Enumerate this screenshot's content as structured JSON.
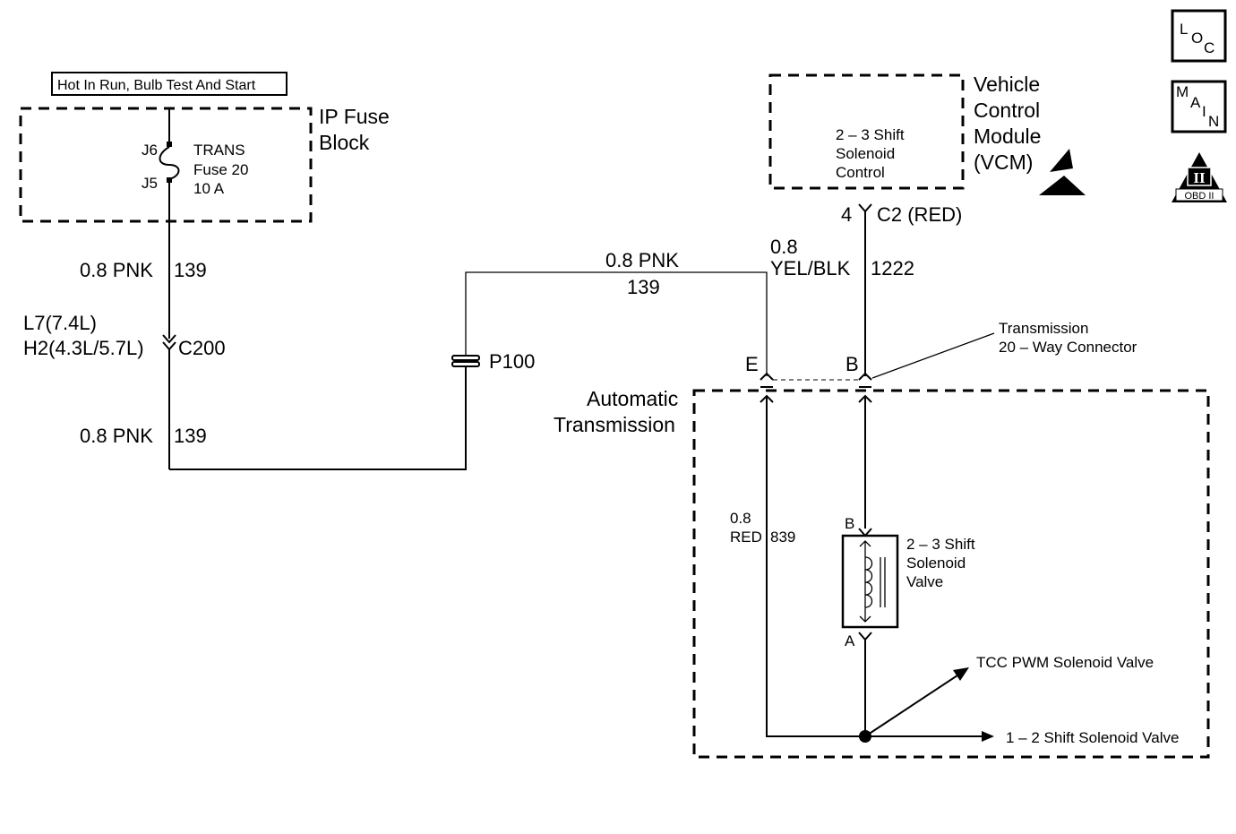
{
  "power_label": "Hot In Run, Bulb Test And Start",
  "ip_fuse_block": {
    "line1": "IP Fuse",
    "line2": "Block",
    "j6": "J6",
    "j5": "J5",
    "fuse1": "TRANS",
    "fuse2": "Fuse 20",
    "fuse3": "10 A"
  },
  "wire1": {
    "size": "0.8 PNK",
    "circuit": "139"
  },
  "c200": {
    "line1": "L7(7.4L)",
    "line2": "H2(4.3L/5.7L)",
    "name": "C200"
  },
  "wire2": {
    "size": "0.8 PNK",
    "circuit": "139"
  },
  "splice": {
    "name": "P100"
  },
  "wire3": {
    "size": "0.8 PNK",
    "circuit": "139"
  },
  "vcm": {
    "line1": "Vehicle",
    "line2": "Control",
    "line3": "Module",
    "line4": "(VCM)",
    "ctrl1": "2 – 3 Shift",
    "ctrl2": "Solenoid",
    "ctrl3": "Control",
    "pin": "4",
    "connector": "C2 (RED)"
  },
  "wire4": {
    "size1": "0.8",
    "size2": "YEL/BLK",
    "circuit": "1222"
  },
  "connector20": {
    "line1": "Transmission",
    "line2": "20 – Way Connector",
    "pin_e": "E",
    "pin_b": "B"
  },
  "auto_trans": {
    "line1": "Automatic",
    "line2": "Transmission"
  },
  "wire5": {
    "size1": "0.8",
    "size2": "RED",
    "circuit": "839"
  },
  "solenoid": {
    "pin_b": "B",
    "pin_a": "A",
    "line1": "2 – 3 Shift",
    "line2": "Solenoid",
    "line3": "Valve"
  },
  "tcc": {
    "label": "TCC PWM Solenoid Valve"
  },
  "shift12": {
    "label": "1 – 2 Shift Solenoid Valve"
  },
  "icons": {
    "loc": {
      "l1": "L",
      "l2": "O",
      "l3": "C"
    },
    "main": {
      "l1": "M",
      "l2": "A",
      "l3": "I",
      "l4": "N"
    },
    "obd": {
      "l1": "II",
      "l2": "OBD II"
    }
  }
}
